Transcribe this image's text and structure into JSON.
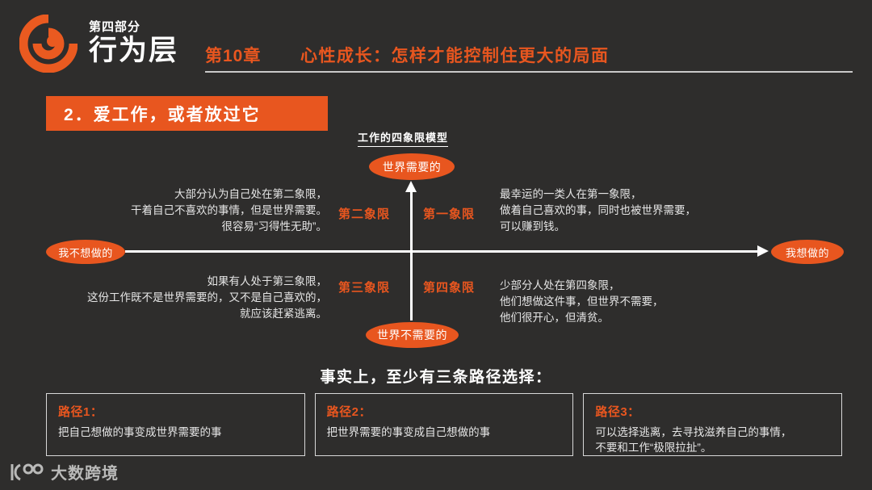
{
  "theme": {
    "background": "#2e2d2c",
    "accent": "#e8561f",
    "text": "#e6e6e6",
    "heading": "#ffffff"
  },
  "header": {
    "part_label": "第四部分",
    "part_title": "行为层",
    "chapter_no": "第10章",
    "chapter_title": "心性成长：怎样才能控制住更大的局面"
  },
  "section": {
    "banner_label": "2．爱工作，或者放过它"
  },
  "diagram": {
    "title": "工作的四象限模型",
    "axis_top_label": "世界需要的",
    "axis_bottom_label": "世界不需要的",
    "axis_left_label": "我不想做的",
    "axis_right_label": "我想做的",
    "quadrants": [
      {
        "label": "第一象限",
        "description": "最幸运的一类人在第一象限，\n做着自己喜欢的事，同时也被世界需要，\n可以赚到钱。"
      },
      {
        "label": "第二象限",
        "description": "大部分认为自己处在第二象限，\n干着自己不喜欢的事情，但是世界需要。\n很容易“习得性无助”。"
      },
      {
        "label": "第三象限",
        "description": "如果有人处于第三象限，\n这份工作既不是世界需要的，又不是自己喜欢的，\n就应该赶紧逃离。"
      },
      {
        "label": "第四象限",
        "description": "少部分人处在第四象限，\n他们想做这件事，但世界不需要，\n他们很开心，但清贫。"
      }
    ]
  },
  "paths": {
    "heading": "事实上，至少有三条路径选择：",
    "cards": [
      {
        "title": "路径1：",
        "body": "把自己想做的事变成世界需要的事"
      },
      {
        "title": "路径2：",
        "body": "把世界需要的事变成自己想做的事"
      },
      {
        "title": "路径3：",
        "body": "可以选择逃离，去寻找滋养自己的事情，\n不要和工作“极限拉扯”。"
      }
    ]
  },
  "watermark": {
    "text": "大数跨境"
  }
}
